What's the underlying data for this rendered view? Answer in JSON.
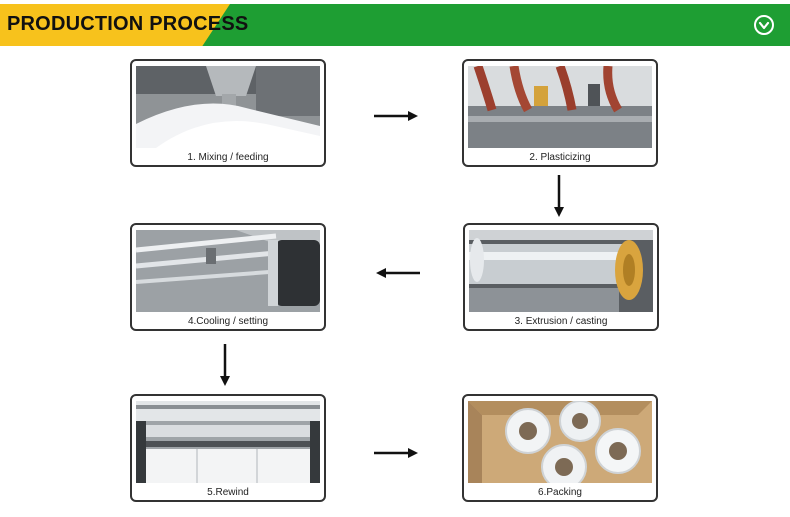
{
  "header": {
    "title": "PRODUCTION PROCESS",
    "toggle_icon": "chevron-down-circle-icon",
    "colors": {
      "bar": "#1e9e33",
      "title_bg": "#f7c21c"
    }
  },
  "steps": [
    {
      "caption": "1. Mixing / feeding"
    },
    {
      "caption": "2. Plasticizing"
    },
    {
      "caption": "3. Extrusion / casting"
    },
    {
      "caption": "4.Cooling / setting"
    },
    {
      "caption": "5.Rewind"
    },
    {
      "caption": "6.Packing"
    }
  ]
}
